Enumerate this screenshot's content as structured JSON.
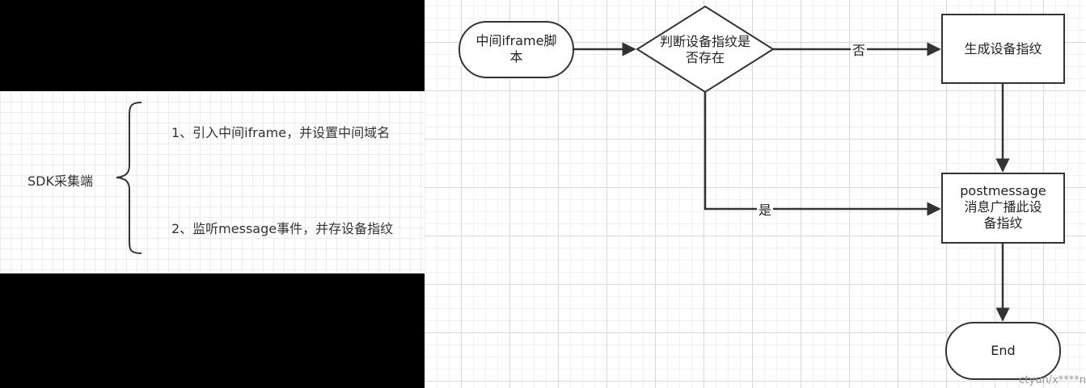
{
  "left_panel": {
    "root_label": "SDK采集端",
    "items": [
      "1、引入中间iframe，并设置中间域名",
      "2、监听message事件，并存设备指纹"
    ]
  },
  "flowchart": {
    "start_node_line1": "中间iframe脚",
    "start_node_line2": "本",
    "decision_line1": "判断设备指纹是",
    "decision_line2": "否存在",
    "generate_node": "生成设备指纹",
    "broadcast_line1": "postmessage",
    "broadcast_line2": "消息广播此设",
    "broadcast_line3": "备指纹",
    "end_node": "End",
    "edge_no": "否",
    "edge_yes": "是"
  },
  "watermark": "ctyun/x****n"
}
